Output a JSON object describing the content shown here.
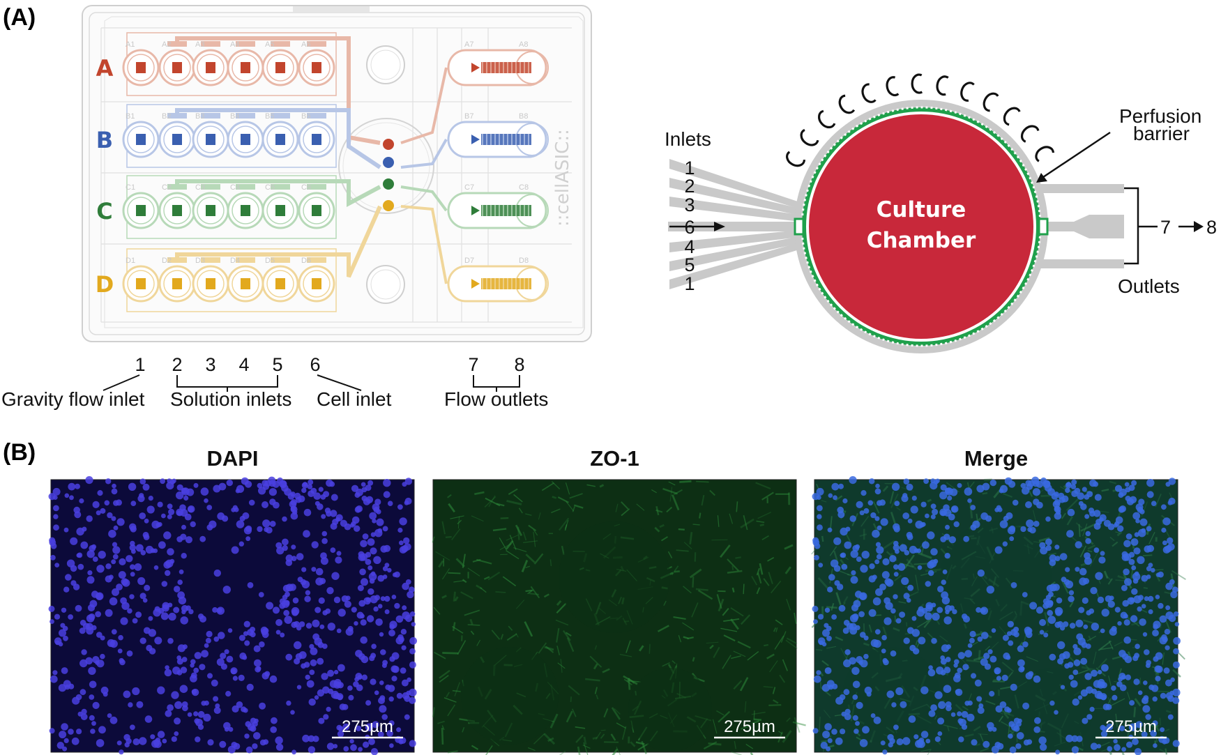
{
  "panels": {
    "a": "(A)",
    "b": "(B)"
  },
  "plate": {
    "brand_logo": "::cellASIC::",
    "rows": [
      {
        "letter": "A",
        "color": "#c2452d",
        "light": "#e8b8a8",
        "well_ids": [
          "A1",
          "A2",
          "A3",
          "A4",
          "A5",
          "A6",
          "A7",
          "A8"
        ]
      },
      {
        "letter": "B",
        "color": "#3a5fb0",
        "light": "#b7c6e6",
        "well_ids": [
          "B1",
          "B2",
          "B3",
          "B4",
          "B5",
          "B6",
          "B7",
          "B8"
        ]
      },
      {
        "letter": "C",
        "color": "#2f7d3a",
        "light": "#b7d9b8",
        "well_ids": [
          "C1",
          "C2",
          "C3",
          "C4",
          "C5",
          "C6",
          "C7",
          "C8"
        ]
      },
      {
        "letter": "D",
        "color": "#e2a91e",
        "light": "#f0d69a",
        "well_ids": [
          "D1",
          "D2",
          "D3",
          "D4",
          "D5",
          "D6",
          "D7",
          "D8"
        ]
      }
    ],
    "column_numbers": [
      "1",
      "2",
      "3",
      "4",
      "5",
      "6",
      "7",
      "8"
    ],
    "legend": {
      "gravity_flow_inlet": "Gravity flow inlet",
      "solution_inlets": "Solution inlets",
      "cell_inlet": "Cell inlet",
      "flow_outlets": "Flow outlets"
    }
  },
  "chamber": {
    "inlets_label": "Inlets",
    "inlet_numbers": [
      "1",
      "2",
      "3",
      "6",
      "4",
      "5",
      "1"
    ],
    "center_line1": "Culture",
    "center_line2": "Chamber",
    "perfusion_line1": "Perfusion",
    "perfusion_line2": "barrier",
    "outlets_label": "Outlets",
    "outlet_from": "7",
    "outlet_to": "8",
    "colors": {
      "chamber": "#c8283a",
      "barrier": "#1fa04b",
      "ring": "#c9c9c9"
    }
  },
  "micrographs": [
    {
      "title": "DAPI",
      "scale": "275µm",
      "stain": "blue"
    },
    {
      "title": "ZO-1",
      "scale": "275µm",
      "stain": "green"
    },
    {
      "title": "Merge",
      "scale": "275µm",
      "stain": "merge"
    }
  ]
}
